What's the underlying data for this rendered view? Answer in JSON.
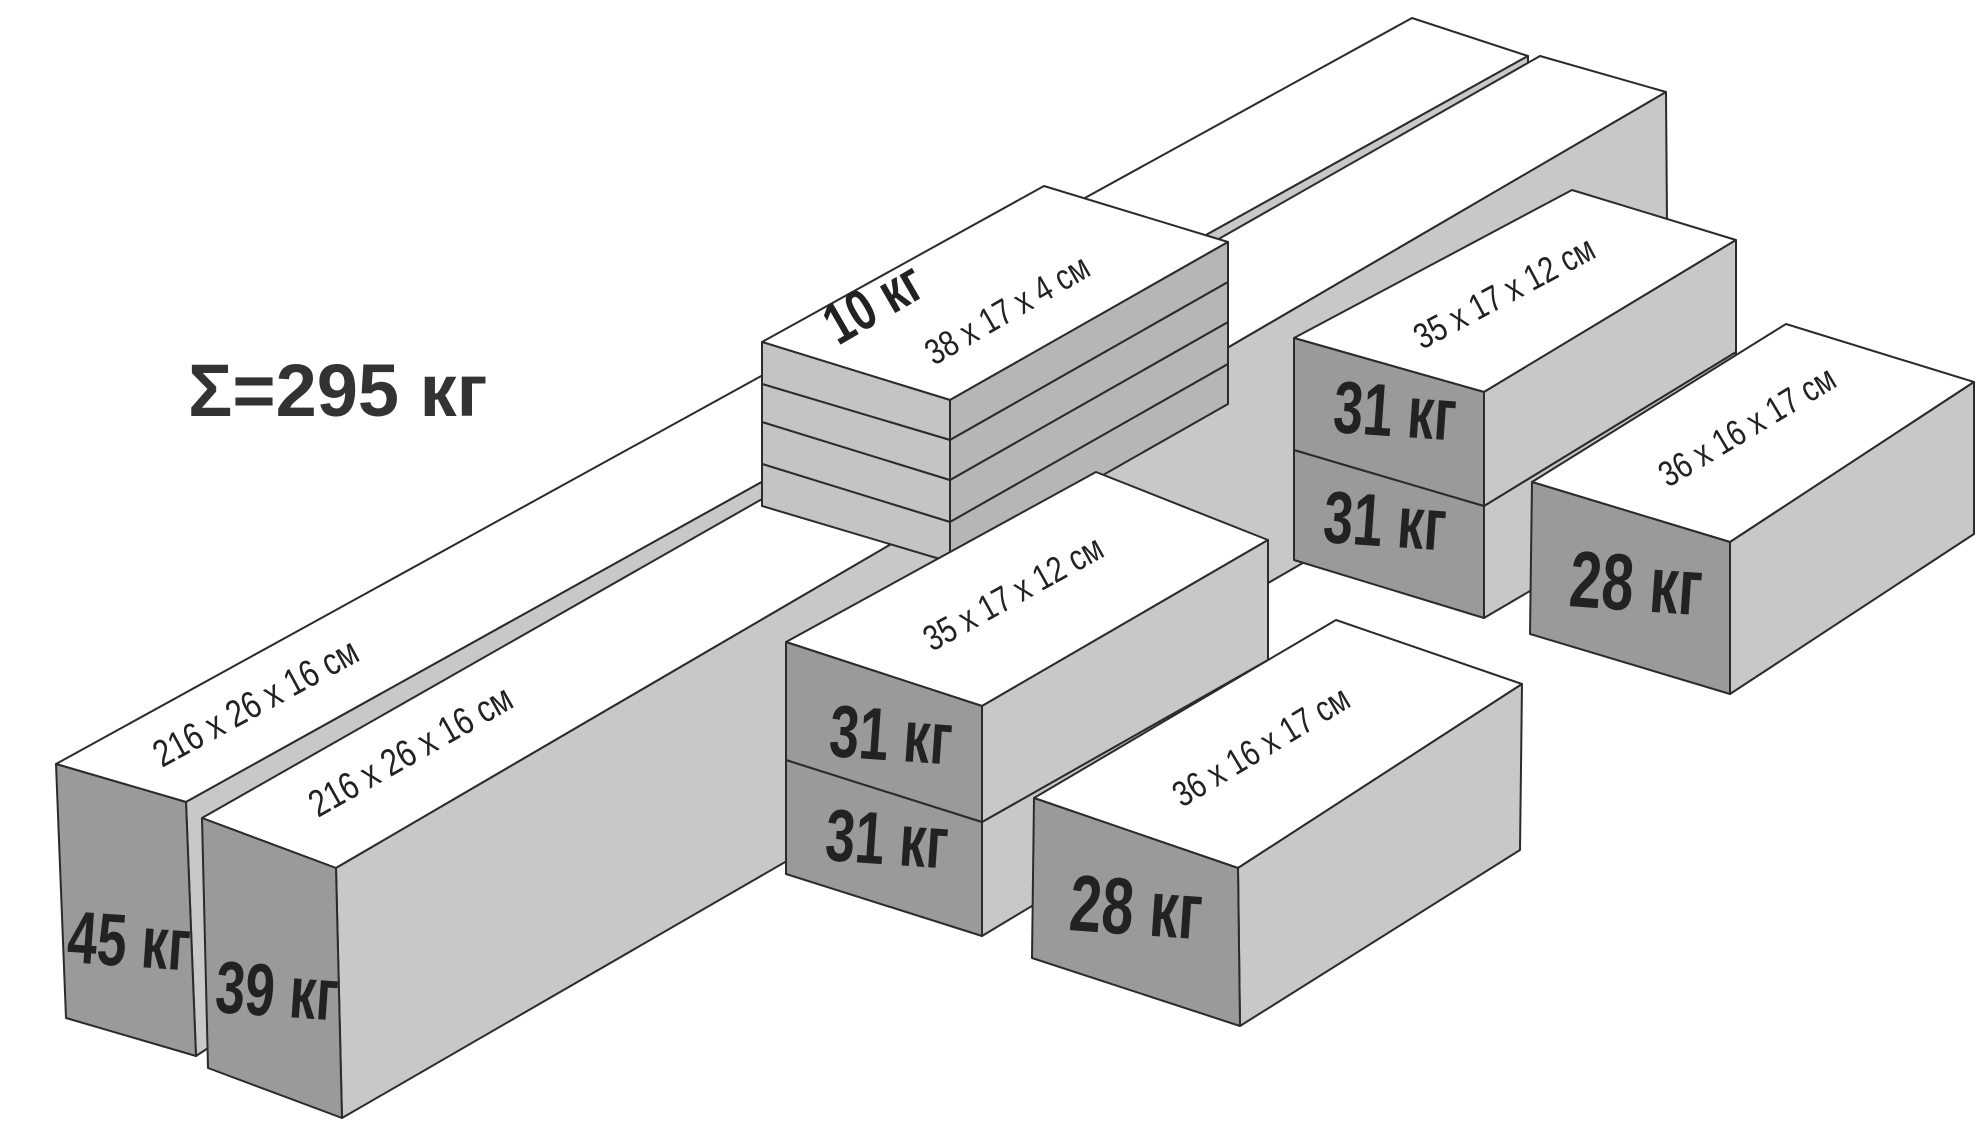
{
  "total_label": "Σ=295 кг",
  "boxes": {
    "long_back": {
      "weight": "45 кг",
      "dims": "216 x 26 x 16 см"
    },
    "long_front": {
      "weight": "39 кг",
      "dims": "216 x 26 x 16 см"
    },
    "plates": {
      "weight": "10 кг",
      "dims": "38 x 17 x 4 см"
    },
    "mid_top": {
      "weight": "31 кг",
      "dims": "35 x 17 x 12 см"
    },
    "mid_bottom": {
      "weight": "31 кг"
    },
    "mid_flat": {
      "weight": "28 кг",
      "dims": "36 x 16 x 17 см"
    },
    "right_top": {
      "weight": "31 кг",
      "dims": "35 x 17 x 12 см"
    },
    "right_bottom": {
      "weight": "31 кг"
    },
    "right_flat": {
      "weight": "28 кг",
      "dims": "36 x 16 x 17 см"
    }
  }
}
